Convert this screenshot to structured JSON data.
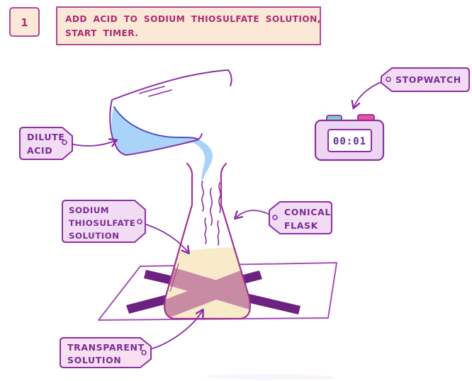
{
  "step": {
    "number": "1",
    "instruction_line1": "ADD ACID TO SODIUM THIOSULFATE SOLUTION,",
    "instruction_line2": "START TIMER."
  },
  "tags": {
    "dilute_acid": {
      "lines": [
        "DILUTE",
        "ACID"
      ]
    },
    "sodium_thiosulfate": {
      "lines": [
        "SODIUM",
        "THIOSULFATE",
        "SOLUTION"
      ]
    },
    "conical_flask": {
      "lines": [
        "CONICAL",
        "FLASK"
      ]
    },
    "stopwatch": {
      "lines": [
        "STOPWATCH"
      ]
    },
    "transparent_solution": {
      "lines": [
        "TRANSPARENT",
        "SOLUTION"
      ]
    }
  },
  "stopwatch": {
    "time": "00:01"
  },
  "icons": {
    "arrow": "curved pointer arrow",
    "tag_hole": "label tag hole",
    "cross_mark": "X drawn on paper under flask"
  },
  "colors": {
    "background": "#ffffff",
    "instruction_fill": "#fce8d7",
    "instruction_border": "#b0489c",
    "instruction_text": "#ab2d6e",
    "tag_fill": "#f1dcf4",
    "tag_fill_pink": "#f8dff1",
    "tag_border": "#8e2fa8",
    "tag_text": "#7c2b98",
    "flask_outline": "#a1338f",
    "solution_cream": "#f7ebca",
    "paper_outline": "#a84fb8",
    "cross_purple": "#6e2181",
    "cross_through_solution": "#c98ba3",
    "acid_blue": "#a9d3f8",
    "acid_edge_blue": "#4b50c4",
    "beaker_outline": "#8e2fa8",
    "stopwatch_body": "#ecd6f2",
    "stopwatch_button_start": "#7fcfc2",
    "stopwatch_button_stop": "#f2509c",
    "stopwatch_digits": "#5b2f96"
  }
}
